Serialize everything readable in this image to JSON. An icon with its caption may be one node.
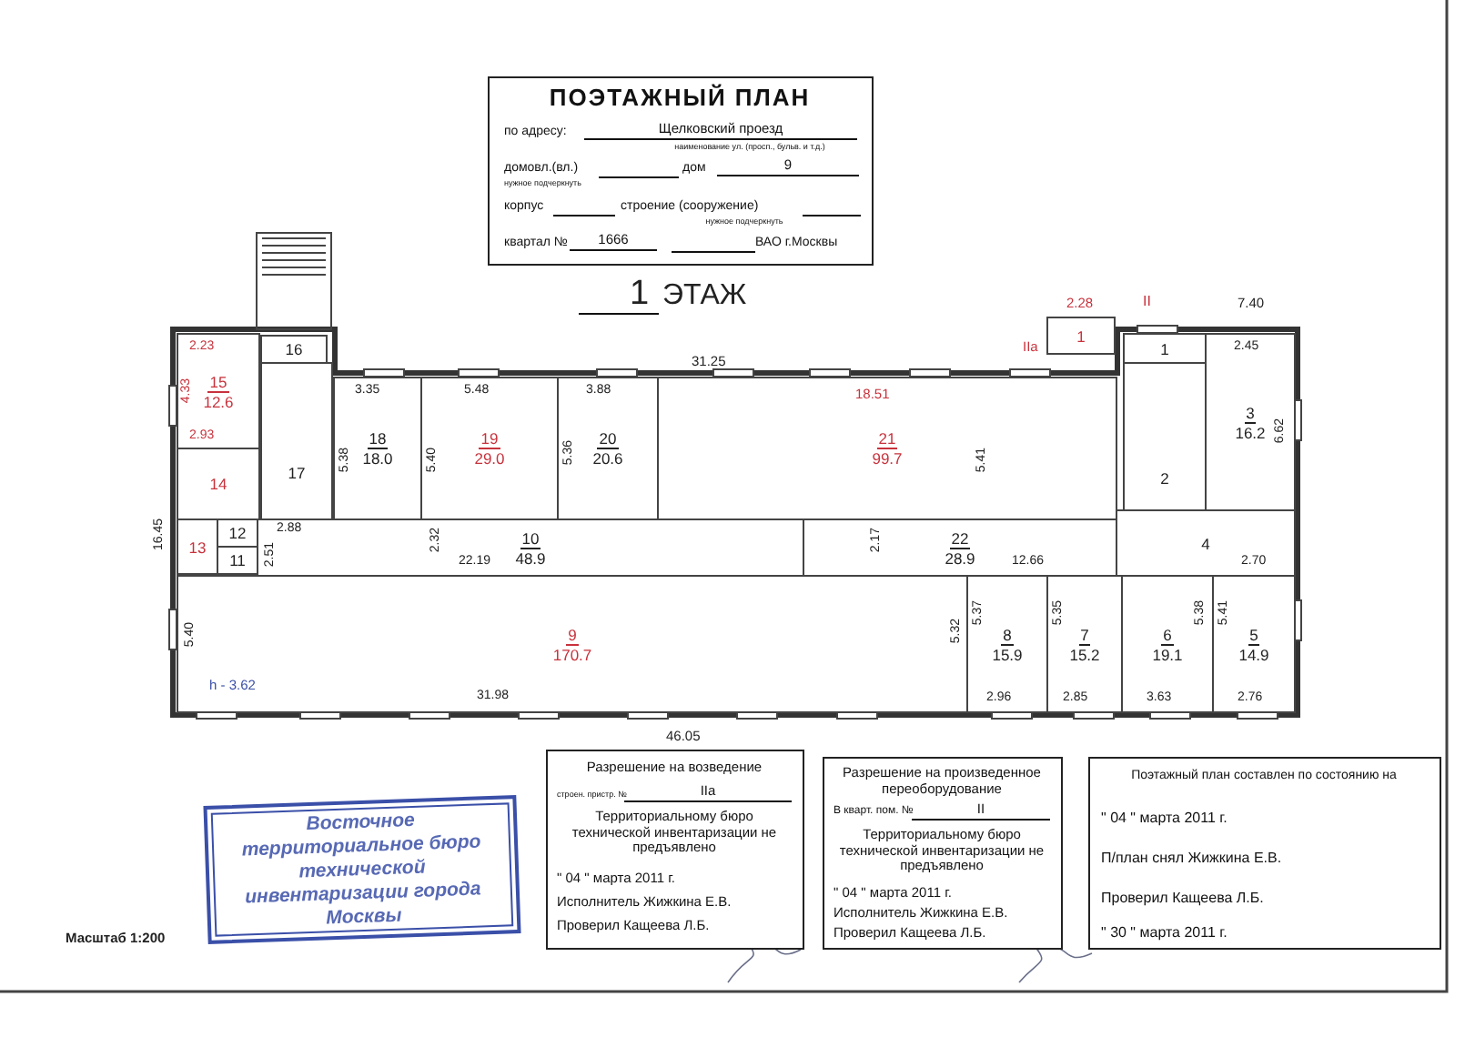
{
  "diagram": {
    "nodes": [
      {
        "text": [
          "ПОЭТАЖНЫЙ ПЛАН",
          "по адресу:",
          "Щелковский проезд",
          "наименование ул. (просп., бульв. и т.д.)",
          "домовл.(вл.)",
          "нужное подчеркнуть",
          "дом",
          "9",
          "корпус",
          "строение (сооружение)",
          "нужное подчеркнуть",
          "квартал №",
          "1666",
          "ВАО г.Москвы"
        ]
      },
      {
        "text": [
          "16"
        ]
      },
      {
        "text": [
          "15",
          "12.6"
        ]
      },
      {
        "text": [
          "17"
        ]
      },
      {
        "text": [
          "14"
        ]
      },
      {
        "text": [
          "18",
          "18.0"
        ]
      },
      {
        "text": [
          "19",
          "29.0"
        ]
      },
      {
        "text": [
          "20",
          "20.6"
        ]
      },
      {
        "text": [
          "21",
          "99.7"
        ]
      },
      {
        "text": [
          "1"
        ]
      },
      {
        "text": [
          "1"
        ]
      },
      {
        "text": [
          "2"
        ]
      },
      {
        "text": [
          "3",
          "16.2"
        ]
      },
      {
        "text": [
          "13"
        ]
      },
      {
        "text": [
          "12"
        ]
      },
      {
        "text": [
          "11"
        ]
      },
      {
        "text": [
          "10",
          "48.9"
        ]
      },
      {
        "text": [
          "22",
          "28.9"
        ]
      },
      {
        "text": [
          "4"
        ]
      },
      {
        "text": [
          "9",
          "170.7"
        ]
      },
      {
        "text": [
          "8",
          "15.9"
        ]
      },
      {
        "text": [
          "7",
          "15.2"
        ]
      },
      {
        "text": [
          "6",
          "19.1"
        ]
      },
      {
        "text": [
          "5",
          "14.9"
        ]
      },
      {
        "text": [
          "Восточное территориальное бюро технической инвентаризации города Москвы"
        ]
      },
      {
        "text": [
          "Разрешение на возведение",
          "строен. пристр. №",
          "IIa",
          "Территориальному бюро технической инвентаризации не предъявлено",
          "\" 04 \" марта 2011 г.",
          "Исполнитель Жижкина Е.В.",
          "Проверил Кащеева Л.Б."
        ]
      },
      {
        "text": [
          "Разрешение на произведенное переоборудование",
          "В кварт. пом. №",
          "II",
          "Территориальному бюро технической инвентаризации не предъявлено",
          "\" 04 \" марта 2011 г.",
          "Исполнитель Жижкина Е.В.",
          "Проверил Кащеева Л.Б."
        ]
      },
      {
        "text": [
          "Поэтажный план составлен по состоянию на",
          "\" 04 \" марта 2011 г.",
          "П/план снял Жижкина Е.В.",
          "Проверил Кащеева Л.Б.",
          "\" 30 \" марта 2011 г."
        ]
      }
    ],
    "labels": [
      "1",
      "ЭТАЖ",
      "2.28",
      "II",
      "7.40",
      "2.23",
      "IIa",
      "2.45",
      "31.25",
      "4.33",
      "3.35",
      "5.48",
      "3.88",
      "18.51",
      "6.62",
      "2.93",
      "5.38",
      "5.40",
      "5.36",
      "5.41",
      "16.45",
      "2.51",
      "2.88",
      "2.32",
      "22.19",
      "2.17",
      "12.66",
      "2.70",
      "5.40",
      "5.32",
      "5.37",
      "5.35",
      "5.38",
      "5.41",
      "h - 3.62",
      "31.98",
      "2.96",
      "2.85",
      "3.63",
      "2.76",
      "46.05",
      "Масштаб 1:200"
    ]
  }
}
